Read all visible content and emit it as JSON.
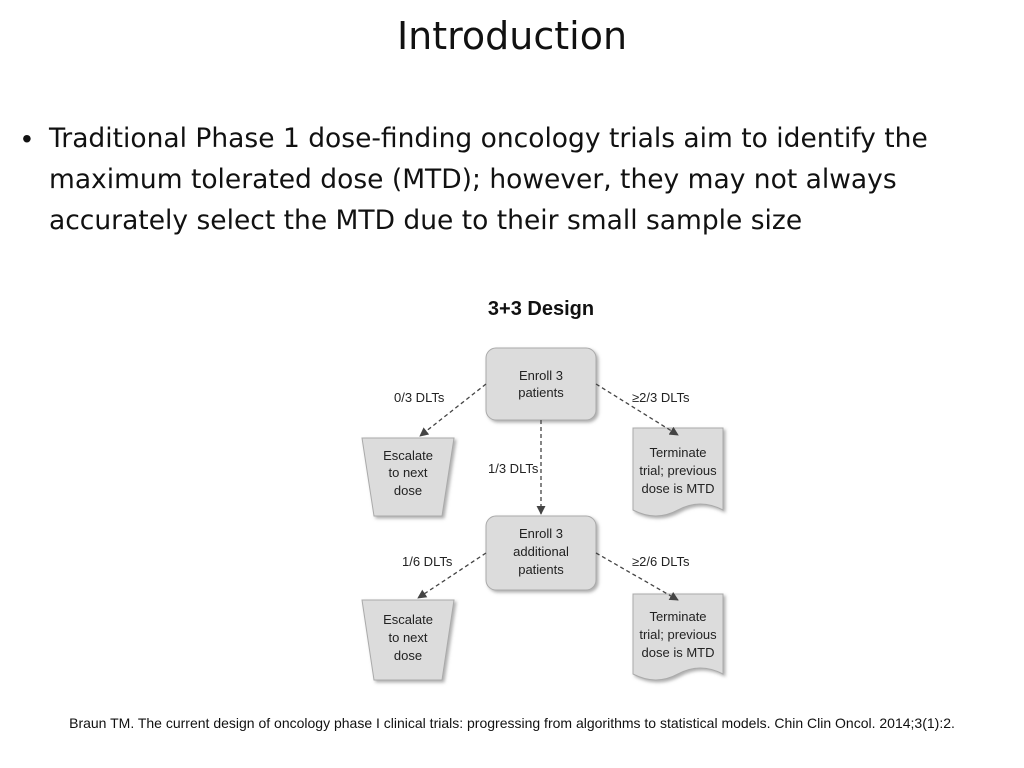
{
  "slide": {
    "title": "Introduction",
    "bullet": "Traditional Phase 1 dose-finding oncology trials aim to identify the maximum tolerated dose (MTD); however, they may not always accurately select the MTD due to their small sample size",
    "subtitle": "3+3 Design",
    "citation": "Braun TM. The current design of oncology phase I clinical trials: progressing from algorithms to statistical models. Chin Clin Oncol. 2014;3(1):2."
  },
  "diagram": {
    "nodes": {
      "enroll1": [
        "Enroll 3",
        "patients"
      ],
      "escalate1": [
        "Escalate",
        "to next",
        "dose"
      ],
      "terminate1": [
        "Terminate",
        "trial; previous",
        "dose is MTD"
      ],
      "enroll2": [
        "Enroll 3",
        "additional",
        "patients"
      ],
      "escalate2": [
        "Escalate",
        "to next",
        "dose"
      ],
      "terminate2": [
        "Terminate",
        "trial; previous",
        "dose is MTD"
      ]
    },
    "edges": {
      "e1": "0/3 DLTs",
      "e2": "≥2/3 DLTs",
      "e3": "1/3 DLTs",
      "e4": "1/6 DLTs",
      "e5": "≥2/6 DLTs"
    }
  }
}
